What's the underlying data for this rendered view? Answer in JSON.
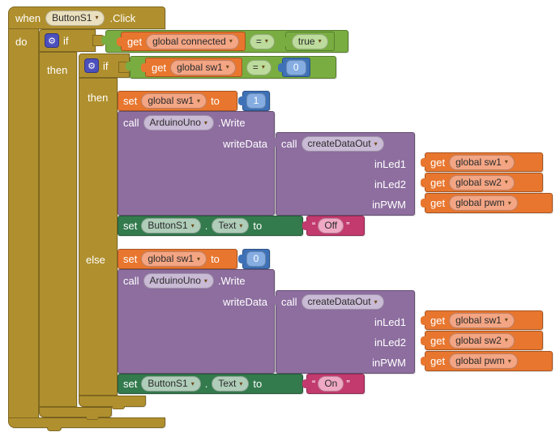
{
  "icons": {
    "dropdown_arrow": "▾",
    "gear": "⚙",
    "open_quote": "“",
    "close_quote": "”"
  },
  "colors": {
    "event_control_gold": "#B0902E",
    "logic_green": "#79AD41",
    "math_blue": "#3E71B7",
    "variable_orange": "#E8762E",
    "procedure_purple": "#8D6E9F",
    "component_setter_green": "#337A4D",
    "text_magenta": "#C23A6E",
    "mutator_gear_indigo": "#4C50BC"
  },
  "when_block": {
    "keyword": "when",
    "component": "ButtonS1",
    "event": ".Click",
    "do_label": "do"
  },
  "outer_if": {
    "if_label": "if",
    "then_label": "then",
    "condition": {
      "get_label": "get",
      "variable": "global connected",
      "operator": "=",
      "value": "true"
    }
  },
  "inner_if": {
    "if_label": "if",
    "then_label": "then",
    "else_label": "else",
    "condition": {
      "get_label": "get",
      "variable": "global sw1",
      "operator": "=",
      "value": "0"
    }
  },
  "then_branch": {
    "set_var": {
      "set_label": "set",
      "variable": "global sw1",
      "to_label": "to",
      "value": "1"
    },
    "write_call": {
      "call_label": "call",
      "component": "ArduinoUno",
      "method": ".Write",
      "arg_label": "writeData"
    },
    "proc_call": {
      "call_label": "call",
      "procedure": "createDataOut",
      "args": [
        {
          "name": "inLed1",
          "get_label": "get",
          "variable": "global sw1"
        },
        {
          "name": "inLed2",
          "get_label": "get",
          "variable": "global sw2"
        },
        {
          "name": "inPWM",
          "get_label": "get",
          "variable": "global pwm"
        }
      ]
    },
    "set_text": {
      "set_label": "set",
      "component": "ButtonS1",
      "dot": ".",
      "property": "Text",
      "to_label": "to",
      "value": "Off"
    }
  },
  "else_branch": {
    "set_var": {
      "set_label": "set",
      "variable": "global sw1",
      "to_label": "to",
      "value": "0"
    },
    "write_call": {
      "call_label": "call",
      "component": "ArduinoUno",
      "method": ".Write",
      "arg_label": "writeData"
    },
    "proc_call": {
      "call_label": "call",
      "procedure": "createDataOut",
      "args": [
        {
          "name": "inLed1",
          "get_label": "get",
          "variable": "global sw1"
        },
        {
          "name": "inLed2",
          "get_label": "get",
          "variable": "global sw2"
        },
        {
          "name": "inPWM",
          "get_label": "get",
          "variable": "global pwm"
        }
      ]
    },
    "set_text": {
      "set_label": "set",
      "component": "ButtonS1",
      "dot": ".",
      "property": "Text",
      "to_label": "to",
      "value": "On"
    }
  }
}
